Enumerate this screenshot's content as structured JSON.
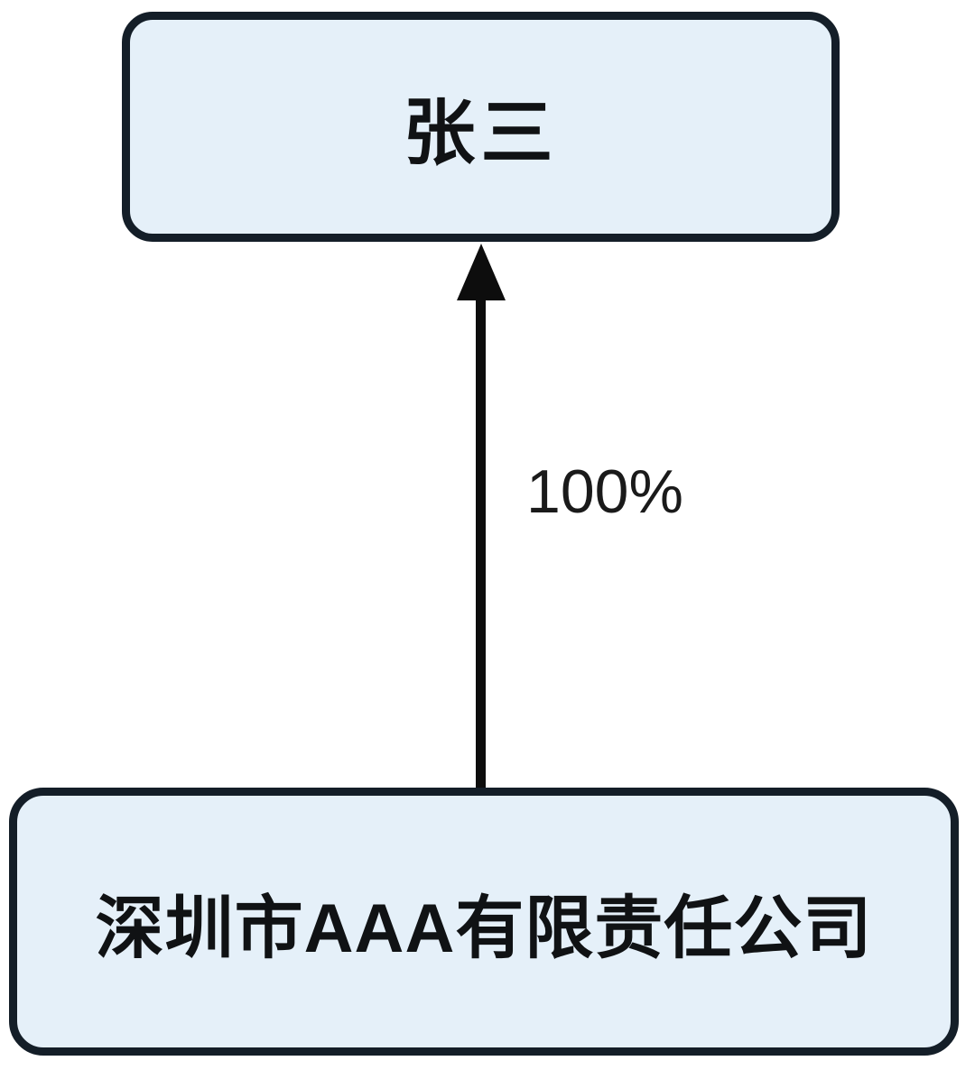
{
  "diagram": {
    "type": "equity-ownership-chart",
    "nodes": [
      {
        "id": "shareholder",
        "label": "张三"
      },
      {
        "id": "company",
        "label": "深圳市AAA有限责任公司"
      }
    ],
    "edge": {
      "from": "company",
      "to": "shareholder",
      "label": "100%",
      "direction": "up"
    },
    "colors": {
      "node_fill": "#e5f0f9",
      "node_border": "#141e28",
      "arrow": "#0d0d0d",
      "text": "#101214",
      "background": "#ffffff"
    }
  }
}
